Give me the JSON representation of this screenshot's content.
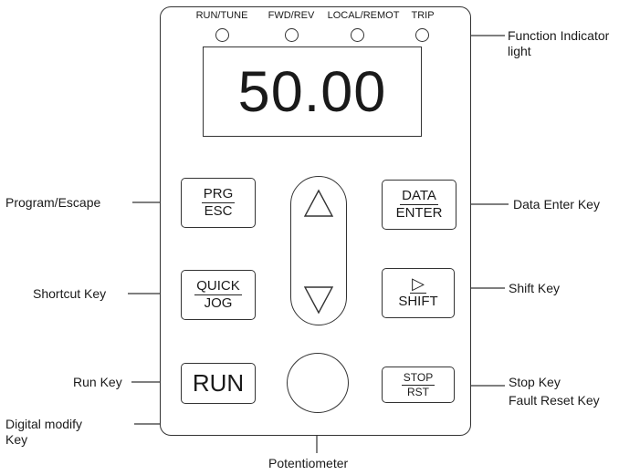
{
  "indicators": [
    {
      "label": "RUN/TUNE"
    },
    {
      "label": "FWD/REV"
    },
    {
      "label": "LOCAL/REMOT"
    },
    {
      "label": "TRIP"
    }
  ],
  "display": {
    "value": "50.00"
  },
  "keys": {
    "prg_esc": {
      "top": "PRG",
      "bottom": "ESC"
    },
    "data_enter": {
      "top": "DATA",
      "bottom": "ENTER"
    },
    "quick_jog": {
      "top": "QUICK",
      "bottom": "JOG"
    },
    "shift": {
      "top": "▷",
      "bottom": "SHIFT"
    },
    "run": {
      "label": "RUN"
    },
    "stop_rst": {
      "top": "STOP",
      "bottom": "RST"
    },
    "up_icon": "triangle-up-icon",
    "down_icon": "triangle-down-icon"
  },
  "callouts": {
    "function_indicator_1": "Function Indicator",
    "function_indicator_2": "light",
    "program_escape": "Program/Escape",
    "data_enter": "Data Enter Key",
    "shortcut": "Shortcut Key",
    "shift": "Shift Key",
    "run": "Run Key",
    "stop": "Stop Key",
    "fault_reset": "Fault Reset  Key",
    "digital_modify_1": "Digital modify",
    "digital_modify_2": "Key",
    "potentiometer": "Potentiometer"
  }
}
